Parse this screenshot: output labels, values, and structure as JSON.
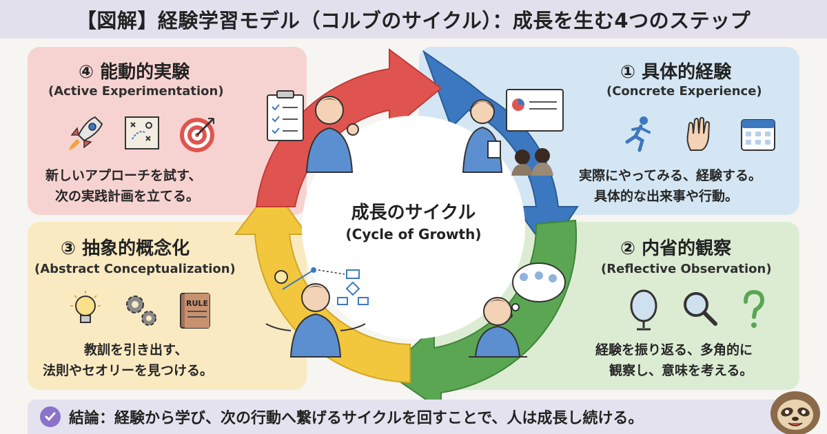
{
  "title": "【図解】経験学習モデル（コルブのサイクル）：成長を生む4つのステップ",
  "center": {
    "title": "成長のサイクル",
    "subtitle": "(Cycle of Growth)"
  },
  "steps": {
    "active": {
      "heading": "④ 能動的実験",
      "subtitle": "(Active Experimentation)",
      "lines": [
        "新しいアプローチを試す、",
        "次の実践計画を立てる。"
      ],
      "icons": [
        "rocket-icon",
        "strategy-plan-icon",
        "target-icon"
      ],
      "color": "#e0544f"
    },
    "concrete": {
      "heading": "① 具体的経験",
      "subtitle": "(Concrete Experience)",
      "lines": [
        "実際にやってみる、経験する。",
        "具体的な出来事や行動。"
      ],
      "icons": [
        "running-person-icon",
        "hand-icon",
        "calendar-icon"
      ],
      "color": "#3c78bf"
    },
    "abstract": {
      "heading": "③ 抽象的概念化",
      "subtitle": "(Abstract Conceptualization)",
      "lines": [
        "教訓を引き出す、",
        "法則やセオリーを見つける。"
      ],
      "icons": [
        "lightbulb-icon",
        "gears-icon",
        "rule-book-icon"
      ],
      "icon_text": "RULE",
      "color": "#f2c73e"
    },
    "reflective": {
      "heading": "② 内省的観察",
      "subtitle": "(Reflective Observation)",
      "lines": [
        "経験を振り返る、多角的に",
        "観察し、意味を考える。"
      ],
      "icons": [
        "mirror-icon",
        "magnifier-icon",
        "question-icon"
      ],
      "color": "#5aa653"
    }
  },
  "conclusion": "結論：経験から学び、次の行動へ繋げるサイクルを回すことで、人は成長し続ける。",
  "colors": {
    "title_bg": "#e3e0ee",
    "check": "#8a73c9"
  }
}
